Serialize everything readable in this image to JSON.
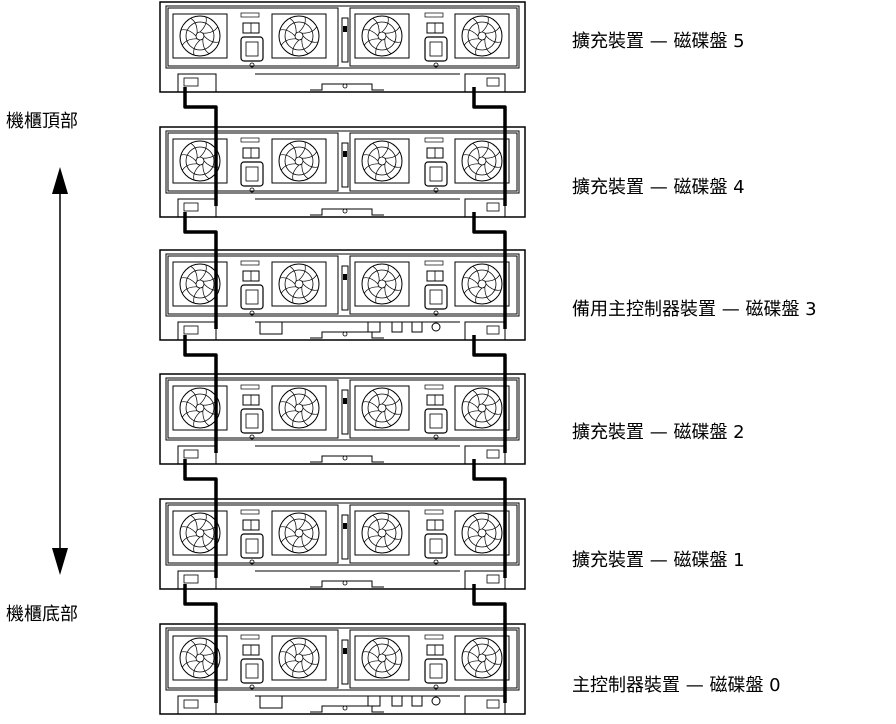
{
  "rack": {
    "top_label": "機櫃頂部",
    "bottom_label": "機櫃底部"
  },
  "units": [
    {
      "label": "擴充裝置 — 磁碟盤 5",
      "type": "expansion"
    },
    {
      "label": "擴充裝置 — 磁碟盤 4",
      "type": "expansion"
    },
    {
      "label": "備用主控制器裝置 — 磁碟盤 3",
      "type": "controller"
    },
    {
      "label": "擴充裝置 — 磁碟盤 2",
      "type": "expansion"
    },
    {
      "label": "擴充裝置 — 磁碟盤 1",
      "type": "expansion"
    },
    {
      "label": "主控制器裝置 — 磁碟盤 0",
      "type": "controller"
    }
  ],
  "colors": {
    "line": "#000000",
    "background": "#ffffff"
  }
}
